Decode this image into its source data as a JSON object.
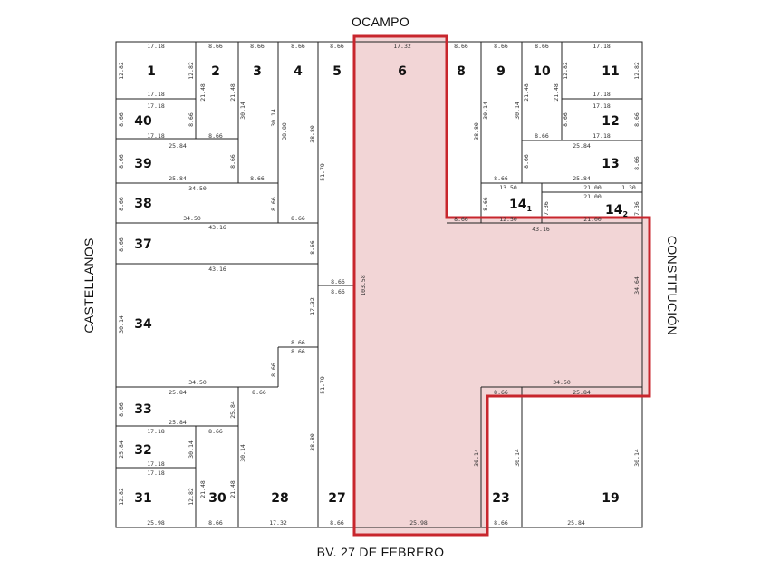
{
  "streets": {
    "north": "OCAMPO",
    "south": "BV. 27 DE FEBRERO",
    "west": "CASTELLANOS",
    "east": "CONSTITUCIÓN"
  },
  "highlight_color": "#c8262d",
  "highlight_fill": "#f2d5d6",
  "lots": {
    "l1": "1",
    "l2": "2",
    "l3": "3",
    "l4": "4",
    "l5": "5",
    "l6": "6",
    "l8": "8",
    "l9": "9",
    "l10": "10",
    "l11": "11",
    "l12": "12",
    "l13": "13",
    "l14a": "14",
    "l14a_sub": "1",
    "l14b": "14",
    "l14b_sub": "2",
    "l19": "19",
    "l23": "23",
    "l27": "27",
    "l28": "28",
    "l30": "30",
    "l31": "31",
    "l32": "32",
    "l33": "33",
    "l34": "34",
    "l37": "37",
    "l38": "38",
    "l39": "39",
    "l40": "40"
  },
  "dims": {
    "d1": "17.18",
    "d2": "8.66",
    "d3": "8.66",
    "d4": "8.66",
    "d5": "8.66",
    "d6": "17.32",
    "d7": "8.66",
    "d8": "8.66",
    "d9": "8.66",
    "d10": "17.18",
    "d11": "12.82",
    "d12": "12.82",
    "d13": "12.82",
    "d14": "12.82",
    "d15": "17.18",
    "d16": "17.18",
    "d17": "17.18",
    "d18": "17.18",
    "d19": "21.48",
    "d20": "21.48",
    "d21": "21.48",
    "d22": "21.48",
    "d23": "30.14",
    "d24": "30.14",
    "d25": "30.14",
    "d26": "30.14",
    "d27": "38.80",
    "d28": "38.80",
    "d29": "38.80",
    "d30": "8.66",
    "d31": "8.66",
    "d32": "8.66",
    "d33": "8.66",
    "d34": "25.84",
    "d35": "25.84",
    "d36": "25.84",
    "d37": "25.84",
    "d38": "8.66",
    "d39": "8.66",
    "d40": "8.66",
    "d41": "8.66",
    "d42": "34.50",
    "d43": "34.50",
    "d44": "8.66",
    "d45": "8.66",
    "d46": "51.79",
    "d47": "13.50",
    "d48": "21.00",
    "d49": "1.30",
    "d50": "8.66",
    "d51": "7.36",
    "d52": "21.00",
    "d53": "7.36",
    "d54": "8.66",
    "d55": "12.50",
    "d56": "21.00",
    "d57": "8.66",
    "d58": "43.16",
    "d59": "43.16",
    "d60": "43.16",
    "d61": "8.66",
    "d62": "8.66",
    "d63": "8.66",
    "d64": "17.32",
    "d65": "103.58",
    "d66": "34.64",
    "d67": "25.98",
    "d68": "8.66",
    "d69": "8.66",
    "d70": "8.66",
    "d71": "8.66",
    "d72": "34.50",
    "d73": "25.84",
    "d74": "25.84",
    "d75": "8.66",
    "d76": "8.66",
    "d77": "8.66",
    "d78": "25.84",
    "d79": "25.84",
    "d80": "8.66",
    "d81": "34.50",
    "d82": "25.84",
    "d83": "8.66",
    "d84": "8.66",
    "d85": "17.18",
    "d86": "17.18",
    "d87": "8.66",
    "d88": "8.66",
    "d89": "30.14",
    "d90": "51.79",
    "d91": "17.18",
    "d92": "17.18",
    "d93": "12.82",
    "d94": "12.82",
    "d95": "21.48",
    "d96": "21.48",
    "d97": "30.14",
    "d98": "30.14",
    "d99": "38.80",
    "d100": "30.14",
    "d101": "30.14",
    "d102": "30.14",
    "d103": "17.18",
    "d104": "8.66",
    "d105": "17.32",
    "d106": "8.66",
    "d107": "25.98",
    "d108": "8.66",
    "d109": "25.84"
  }
}
